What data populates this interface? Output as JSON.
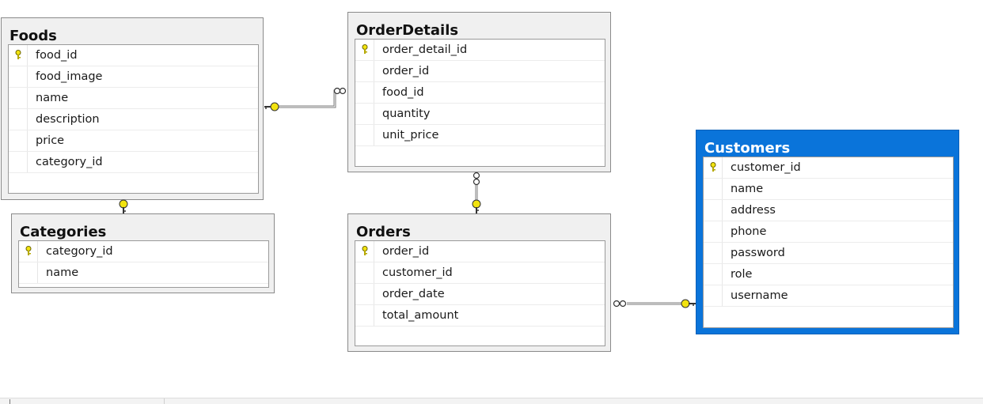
{
  "tables": {
    "foods": {
      "name": "Foods",
      "columns": [
        "food_id",
        "food_image",
        "name",
        "description",
        "price",
        "category_id"
      ],
      "primary_key": "food_id"
    },
    "order_details": {
      "name": "OrderDetails",
      "columns": [
        "order_detail_id",
        "order_id",
        "food_id",
        "quantity",
        "unit_price"
      ],
      "primary_key": "order_detail_id"
    },
    "categories": {
      "name": "Categories",
      "columns": [
        "category_id",
        "name"
      ],
      "primary_key": "category_id"
    },
    "orders": {
      "name": "Orders",
      "columns": [
        "order_id",
        "customer_id",
        "order_date",
        "total_amount"
      ],
      "primary_key": "order_id"
    },
    "customers": {
      "name": "Customers",
      "columns": [
        "customer_id",
        "name",
        "address",
        "phone",
        "password",
        "role",
        "username"
      ],
      "primary_key": "customer_id",
      "selected": true
    }
  },
  "relationships": [
    {
      "one": "Foods",
      "many": "OrderDetails"
    },
    {
      "one": "Categories",
      "many": "Foods"
    },
    {
      "one": "Orders",
      "many": "OrderDetails"
    },
    {
      "one": "Customers",
      "many": "Orders"
    }
  ],
  "colors": {
    "selected_table": "#0a74da",
    "key_icon": "#f2e30f",
    "table_background": "#f0f0f0"
  }
}
